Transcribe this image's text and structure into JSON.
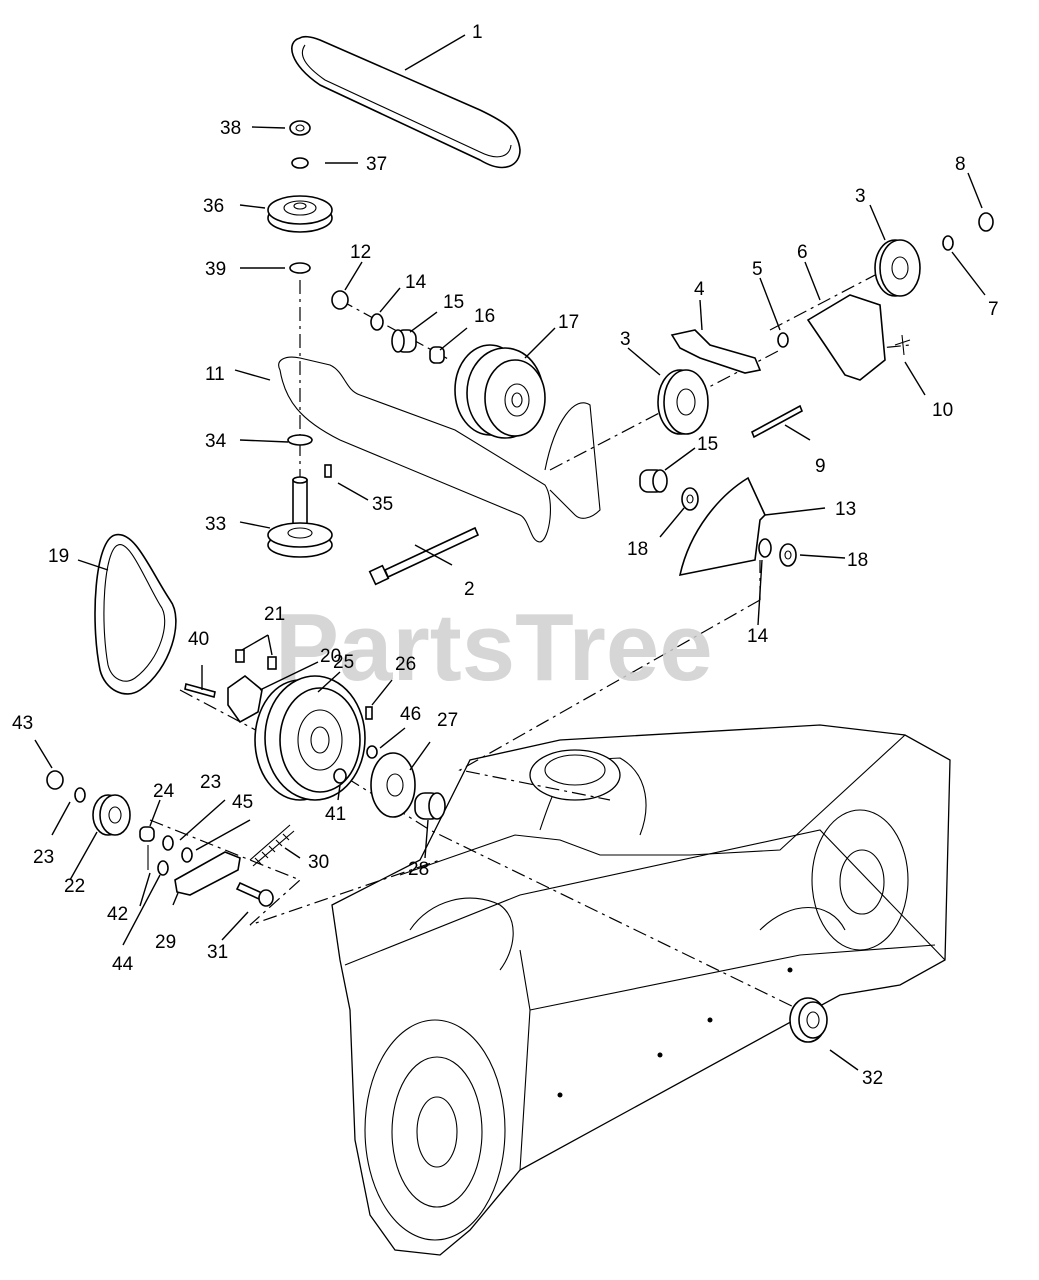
{
  "watermark": "PartsTree",
  "labels": {
    "l1": "1",
    "l2": "2",
    "l3a": "3",
    "l3b": "3",
    "l4": "4",
    "l5": "5",
    "l6": "6",
    "l7": "7",
    "l8": "8",
    "l9": "9",
    "l10": "10",
    "l11": "11",
    "l12": "12",
    "l13": "13",
    "l14a": "14",
    "l14b": "14",
    "l15a": "15",
    "l15b": "15",
    "l16": "16",
    "l17": "17",
    "l18a": "18",
    "l18b": "18",
    "l19": "19",
    "l20": "20",
    "l21": "21",
    "l22": "22",
    "l23a": "23",
    "l23b": "23",
    "l24": "24",
    "l25": "25",
    "l26": "26",
    "l27": "27",
    "l28": "28",
    "l29": "29",
    "l30": "30",
    "l31": "31",
    "l32": "32",
    "l33": "33",
    "l34": "34",
    "l35": "35",
    "l36": "36",
    "l37": "37",
    "l38": "38",
    "l39": "39",
    "l40": "40",
    "l41": "41",
    "l42": "42",
    "l43": "43",
    "l44": "44",
    "l45": "45",
    "l46": "46"
  }
}
